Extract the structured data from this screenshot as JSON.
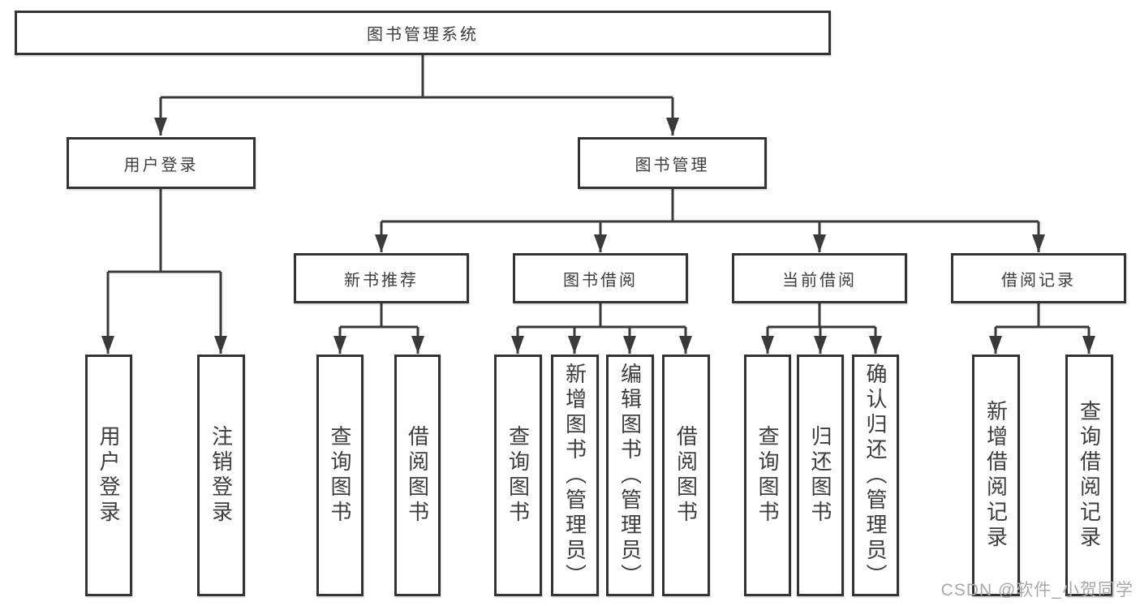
{
  "diagram": {
    "type": "org-tree",
    "title": "图书管理系统",
    "watermark": "CSDN @软件_小贺同学",
    "colors": {
      "line": "#3a3a3a",
      "box_border": "#333333",
      "text": "#3d3d3d",
      "watermark": "#a8a8a8",
      "background": "#ffffff"
    },
    "root": {
      "label": "图书管理系统",
      "children": [
        {
          "label": "用户登录",
          "children": [
            {
              "label": "用户登录"
            },
            {
              "label": "注销登录"
            }
          ]
        },
        {
          "label": "图书管理",
          "children": [
            {
              "label": "新书推荐",
              "children": [
                {
                  "label": "查询图书"
                },
                {
                  "label": "借阅图书"
                }
              ]
            },
            {
              "label": "图书借阅",
              "children": [
                {
                  "label": "查询图书"
                },
                {
                  "label": "新增图书（管理员）"
                },
                {
                  "label": "编辑图书（管理员）"
                },
                {
                  "label": "借阅图书"
                }
              ]
            },
            {
              "label": "当前借阅",
              "children": [
                {
                  "label": "查询图书"
                },
                {
                  "label": "归还图书"
                },
                {
                  "label": "确认归还（管理员）"
                }
              ]
            },
            {
              "label": "借阅记录",
              "children": [
                {
                  "label": "新增借阅记录"
                },
                {
                  "label": "查询借阅记录"
                }
              ]
            }
          ]
        }
      ]
    }
  }
}
